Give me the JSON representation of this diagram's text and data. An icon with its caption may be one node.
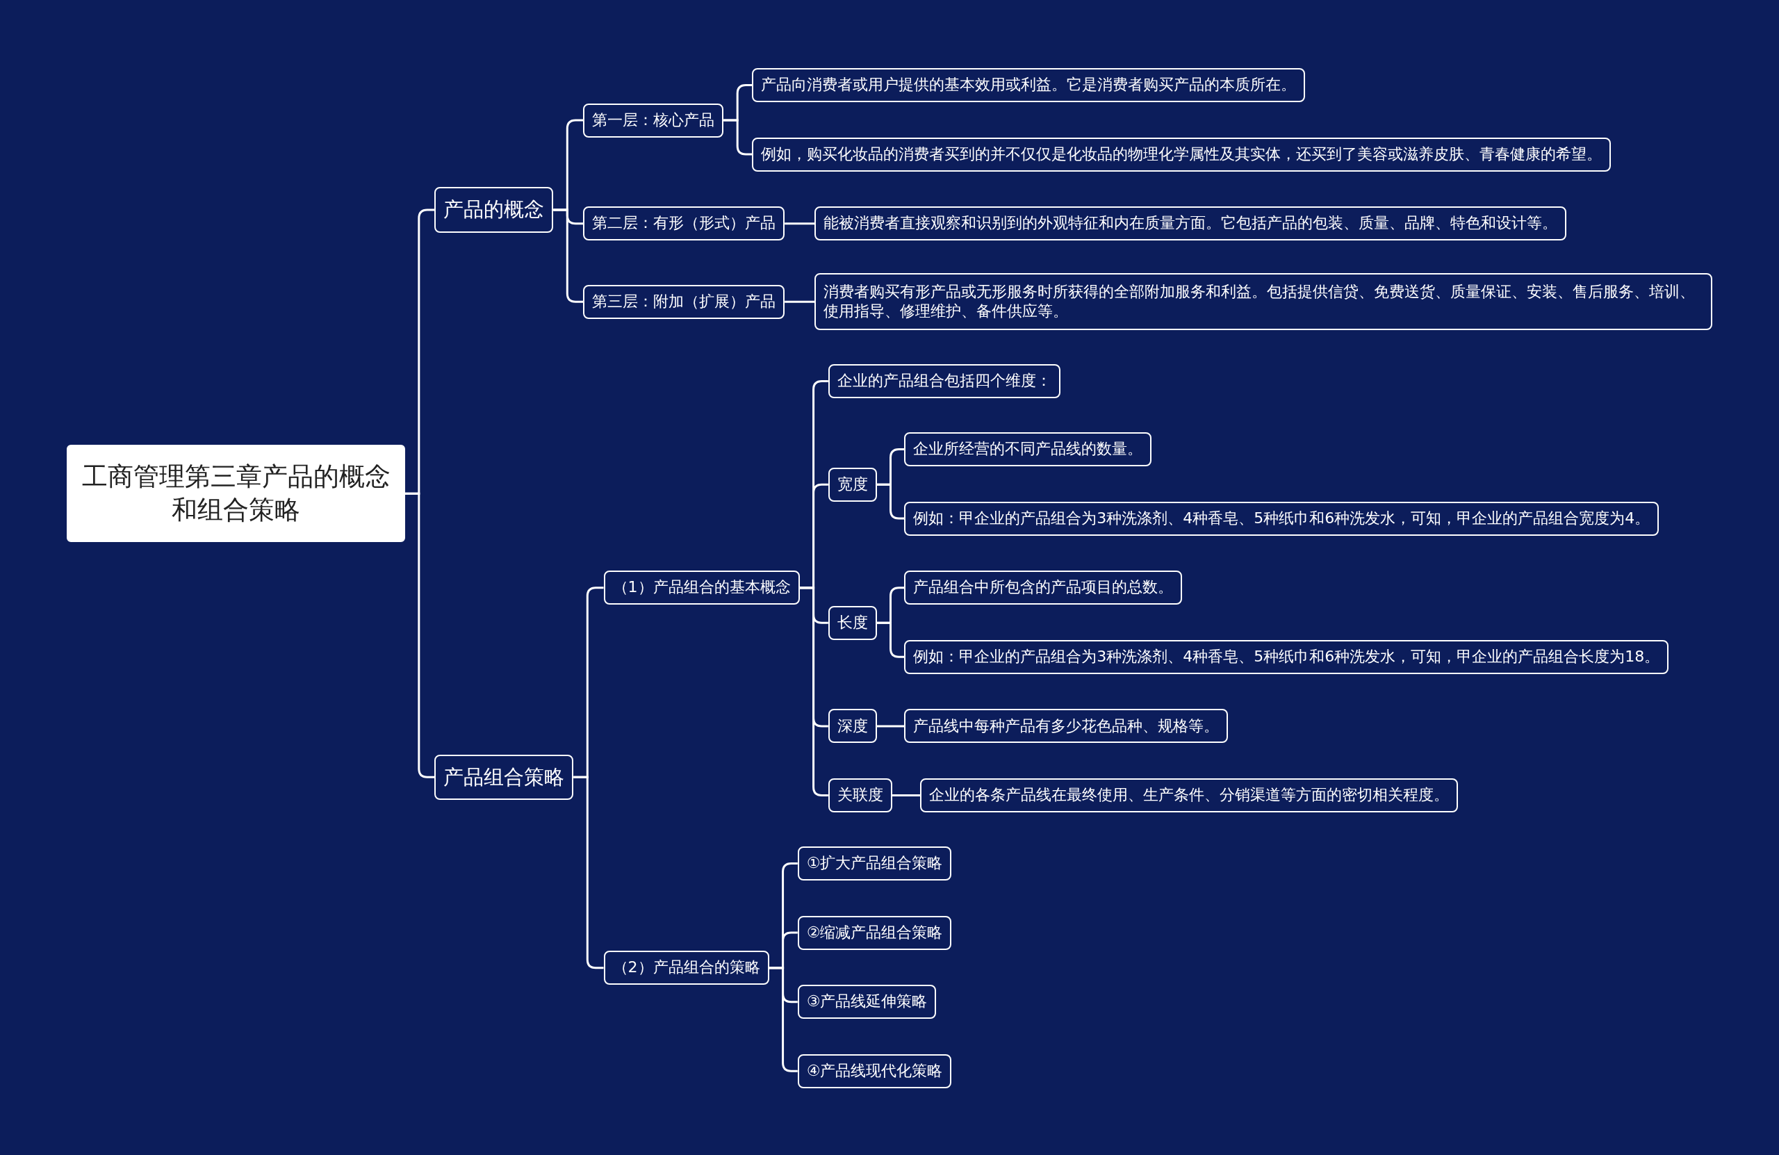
{
  "diagram": {
    "nodes": [
      {
        "text": [
          "工商管理第三章产品的概念和组合策略"
        ]
      },
      {
        "text": [
          "产品的概念"
        ]
      },
      {
        "text": [
          "第一层：核心产品"
        ]
      },
      {
        "text": [
          "产品向消费者或用户提供的基本效用或利益。它是消费者购买产品的本质所在。"
        ]
      },
      {
        "text": [
          "例如，购买化妆品的消费者买到的并不仅仅是化妆品的物理化学属性及其实体，还买到了美容或滋养皮肤、青春健康的希望。"
        ]
      },
      {
        "text": [
          "第二层：有形（形式）产品"
        ]
      },
      {
        "text": [
          "能被消费者直接观察和识别到的外观特征和内在质量方面。它包括产品的包装、质量、品牌、特色和设计等。"
        ]
      },
      {
        "text": [
          "第三层：附加（扩展）产品"
        ]
      },
      {
        "text": [
          "消费者购买有形产品或无形服务时所获得的全部附加服务和利益。包括提供信贷、免费送货、质量保证、安装、售后服务、培训、使用指导、修理维护、备件供应等。"
        ]
      },
      {
        "text": [
          "产品组合策略"
        ]
      },
      {
        "text": [
          "（1）产品组合的基本概念"
        ]
      },
      {
        "text": [
          "企业的产品组合包括四个维度："
        ]
      },
      {
        "text": [
          "宽度"
        ]
      },
      {
        "text": [
          "企业所经营的不同产品线的数量。"
        ]
      },
      {
        "text": [
          "例如：甲企业的产品组合为3种洗涤剂、4种香皂、5种纸巾和6种洗发水，可知，甲企业的产品组合宽度为4。"
        ]
      },
      {
        "text": [
          "长度"
        ]
      },
      {
        "text": [
          "产品组合中所包含的产品项目的总数。"
        ]
      },
      {
        "text": [
          "例如：甲企业的产品组合为3种洗涤剂、4种香皂、5种纸巾和6种洗发水，可知，甲企业的产品组合长度为18。"
        ]
      },
      {
        "text": [
          "深度"
        ]
      },
      {
        "text": [
          "产品线中每种产品有多少花色品种、规格等。"
        ]
      },
      {
        "text": [
          "关联度"
        ]
      },
      {
        "text": [
          "企业的各条产品线在最终使用、生产条件、分销渠道等方面的密切相关程度。"
        ]
      },
      {
        "text": [
          "（2）产品组合的策略"
        ]
      },
      {
        "text": [
          "①扩大产品组合策略"
        ]
      },
      {
        "text": [
          "②缩减产品组合策略"
        ]
      },
      {
        "text": [
          "③产品线延伸策略"
        ]
      },
      {
        "text": [
          "④产品线现代化策略"
        ]
      }
    ],
    "edges": [
      {
        "from": 0,
        "to": 1,
        "arrow": "none"
      },
      {
        "from": 1,
        "to": 2,
        "arrow": "none"
      },
      {
        "from": 2,
        "to": 3,
        "arrow": "none"
      },
      {
        "from": 2,
        "to": 4,
        "arrow": "none"
      },
      {
        "from": 1,
        "to": 5,
        "arrow": "none"
      },
      {
        "from": 5,
        "to": 6,
        "arrow": "none"
      },
      {
        "from": 1,
        "to": 7,
        "arrow": "none"
      },
      {
        "from": 7,
        "to": 8,
        "arrow": "none"
      },
      {
        "from": 0,
        "to": 9,
        "arrow": "none"
      },
      {
        "from": 9,
        "to": 10,
        "arrow": "none"
      },
      {
        "from": 10,
        "to": 11,
        "arrow": "none"
      },
      {
        "from": 10,
        "to": 12,
        "arrow": "none"
      },
      {
        "from": 12,
        "to": 13,
        "arrow": "none"
      },
      {
        "from": 12,
        "to": 14,
        "arrow": "none"
      },
      {
        "from": 10,
        "to": 15,
        "arrow": "none"
      },
      {
        "from": 15,
        "to": 16,
        "arrow": "none"
      },
      {
        "from": 15,
        "to": 17,
        "arrow": "none"
      },
      {
        "from": 10,
        "to": 18,
        "arrow": "none"
      },
      {
        "from": 18,
        "to": 19,
        "arrow": "none"
      },
      {
        "from": 10,
        "to": 20,
        "arrow": "none"
      },
      {
        "from": 20,
        "to": 21,
        "arrow": "none"
      },
      {
        "from": 9,
        "to": 22,
        "arrow": "none"
      },
      {
        "from": 22,
        "to": 23,
        "arrow": "none"
      },
      {
        "from": 22,
        "to": 24,
        "arrow": "none"
      },
      {
        "from": 22,
        "to": 25,
        "arrow": "none"
      },
      {
        "from": 22,
        "to": 26,
        "arrow": "none"
      }
    ]
  }
}
